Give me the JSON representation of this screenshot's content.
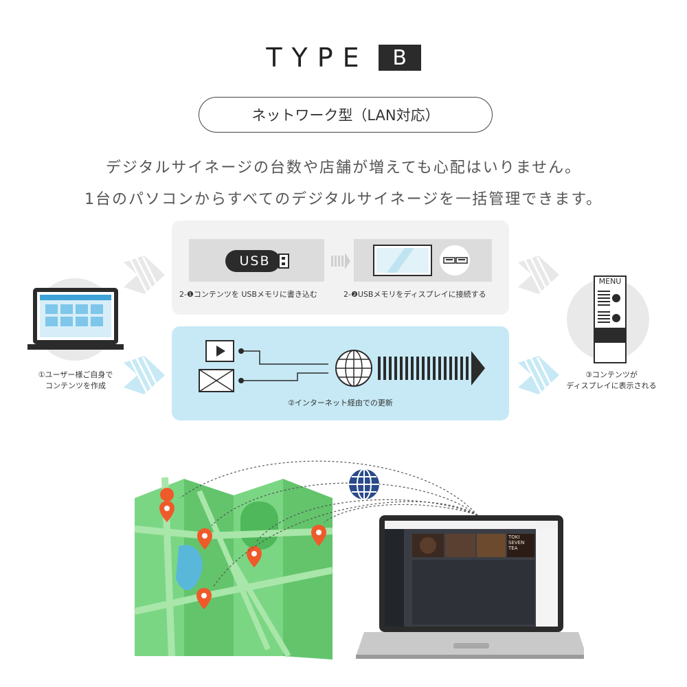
{
  "header": {
    "title": "TYPE",
    "badge": "B",
    "subtitle": "ネットワーク型（LAN対応）"
  },
  "lead": {
    "line1": "デジタルサイネージの台数や店舗が増えても心配はいりません。",
    "line2": "1台のパソコンからすべてのデジタルサイネージを一括管理できます。"
  },
  "steps": {
    "create": {
      "line1": "①ユーザー様ご自身で",
      "line2": "コンテンツを作成"
    },
    "usb_write": "2-❶コンテンツを USBメモリに書き込む",
    "usb_connect": "2-❷USBメモリをディスプレイに接続する",
    "internet": "②インターネット経由での更新",
    "display": {
      "line1": "③コンテンツが",
      "line2": "ディスプレイに表示される"
    }
  },
  "usb_label": "USB",
  "menu_label": "MENU",
  "screen_tiles": [
    "TOKI",
    "SEVEN",
    "TEA"
  ],
  "colors": {
    "usb_panel_bg": "#f2f2f2",
    "net_panel_bg": "#c6e9f5",
    "map_green": "#6fcf7a",
    "pin_orange": "#ef5a2a",
    "globe_blue": "#2a4a8a",
    "laptop_screen": "#3a9fd6"
  }
}
